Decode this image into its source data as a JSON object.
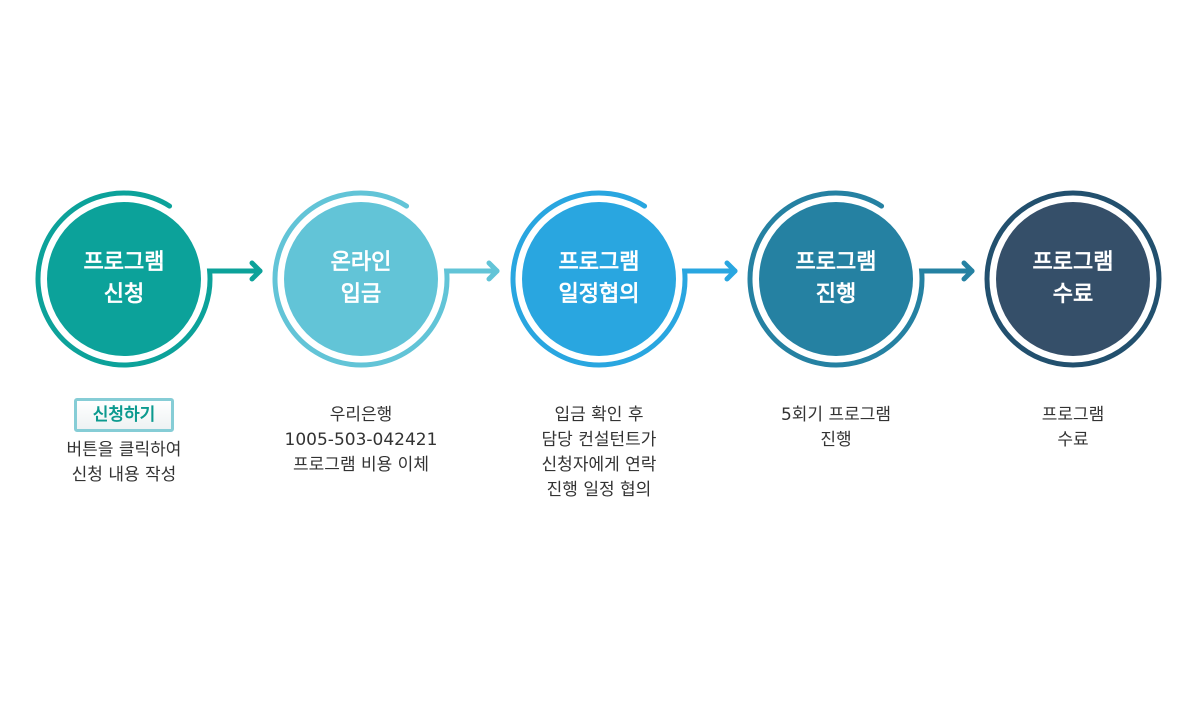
{
  "steps": [
    {
      "title": [
        "프로그램",
        "신청"
      ],
      "color": "#0ca29a",
      "ring": "#0ca29a",
      "button": "신청하기",
      "desc": [
        "버튼을 클릭하여",
        "신청 내용 작성"
      ]
    },
    {
      "title": [
        "온라인",
        "입금"
      ],
      "color": "#62c4d7",
      "ring": "#62c4d7",
      "desc": [
        "우리은행",
        "1005-503-042421",
        "프로그램 비용 이체"
      ]
    },
    {
      "title": [
        "프로그램",
        "일정협의"
      ],
      "color": "#29a6e0",
      "ring": "#29a6e0",
      "desc": [
        "입금 확인 후",
        "담당 컨설턴트가",
        "신청자에게 연락",
        "진행 일정 협의"
      ]
    },
    {
      "title": [
        "프로그램",
        "진행"
      ],
      "color": "#2581a2",
      "ring": "#2581a2",
      "desc": [
        "5회기 프로그램",
        "진행"
      ]
    },
    {
      "title": [
        "프로그램",
        "수료"
      ],
      "color": "#354f69",
      "ring": "#22506e",
      "desc": [
        "프로그램",
        "수료"
      ]
    }
  ]
}
